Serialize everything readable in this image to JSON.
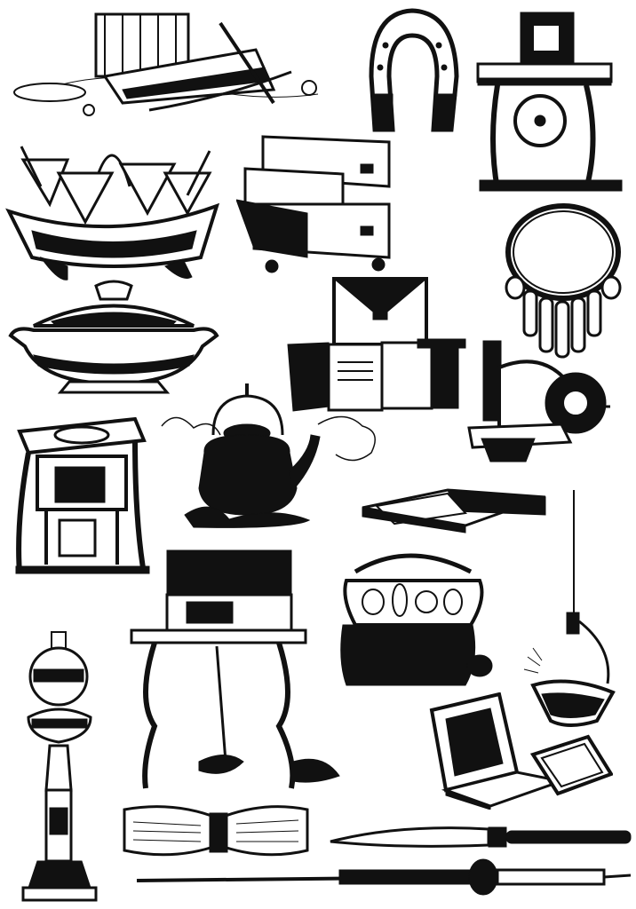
{
  "colors": {
    "ink": "#111111",
    "paper": "#ffffff"
  },
  "items": [
    {
      "name": "washtub-and-washboard-engraving",
      "icon": "washtub-icon"
    },
    {
      "name": "horseshoe-engraving",
      "icon": "horseshoe-icon"
    },
    {
      "name": "sewing-machine-treadle-engraving",
      "icon": "sewing-machine-icon"
    },
    {
      "name": "epergne-centerpiece-engraving",
      "icon": "epergne-icon"
    },
    {
      "name": "chest-of-drawers-engraving",
      "icon": "chest-icon"
    },
    {
      "name": "necklace-engraving",
      "icon": "necklace-icon"
    },
    {
      "name": "tureen-engraving",
      "icon": "tureen-icon"
    },
    {
      "name": "writing-case-and-books-engraving",
      "icon": "writing-case-icon"
    },
    {
      "name": "hand-sewing-machine-engraving",
      "icon": "hand-sewing-machine-icon"
    },
    {
      "name": "washstand-engraving",
      "icon": "washstand-icon"
    },
    {
      "name": "kettle-engraving",
      "icon": "kettle-icon"
    },
    {
      "name": "writing-desk-engraving",
      "icon": "desk-icon"
    },
    {
      "name": "hanging-oil-lamp-engraving",
      "icon": "hanging-lamp-icon"
    },
    {
      "name": "sewing-machine-cabinet-engraving",
      "icon": "sewing-table-icon"
    },
    {
      "name": "picnic-basket-engraving",
      "icon": "basket-icon"
    },
    {
      "name": "oil-lamp-pedestal-engraving",
      "icon": "pedestal-lamp-icon"
    },
    {
      "name": "stationery-box-engraving",
      "icon": "stationery-box-icon"
    },
    {
      "name": "tape-measure-engraving",
      "icon": "tape-measure-icon"
    },
    {
      "name": "knife-engraving",
      "icon": "knife-icon"
    },
    {
      "name": "umbrella-rod-engraving",
      "icon": "rod-icon"
    }
  ]
}
